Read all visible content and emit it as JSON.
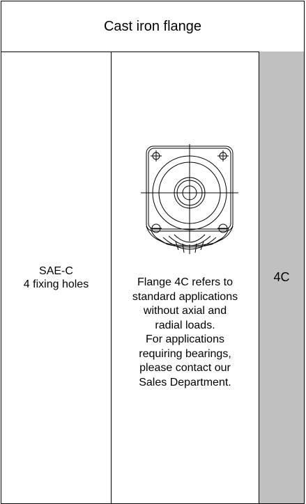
{
  "header": {
    "title": "Cast iron flange"
  },
  "left": {
    "line1": "SAE-C",
    "line2": "4 fixing holes"
  },
  "middle": {
    "lines": [
      "Flange 4C refers to",
      "standard applications",
      "without axial and",
      "radial loads.",
      "For applications",
      "requiring bearings,",
      "please contact our",
      "Sales Department."
    ]
  },
  "right": {
    "code": "4C",
    "background": "#c0c0c0"
  }
}
